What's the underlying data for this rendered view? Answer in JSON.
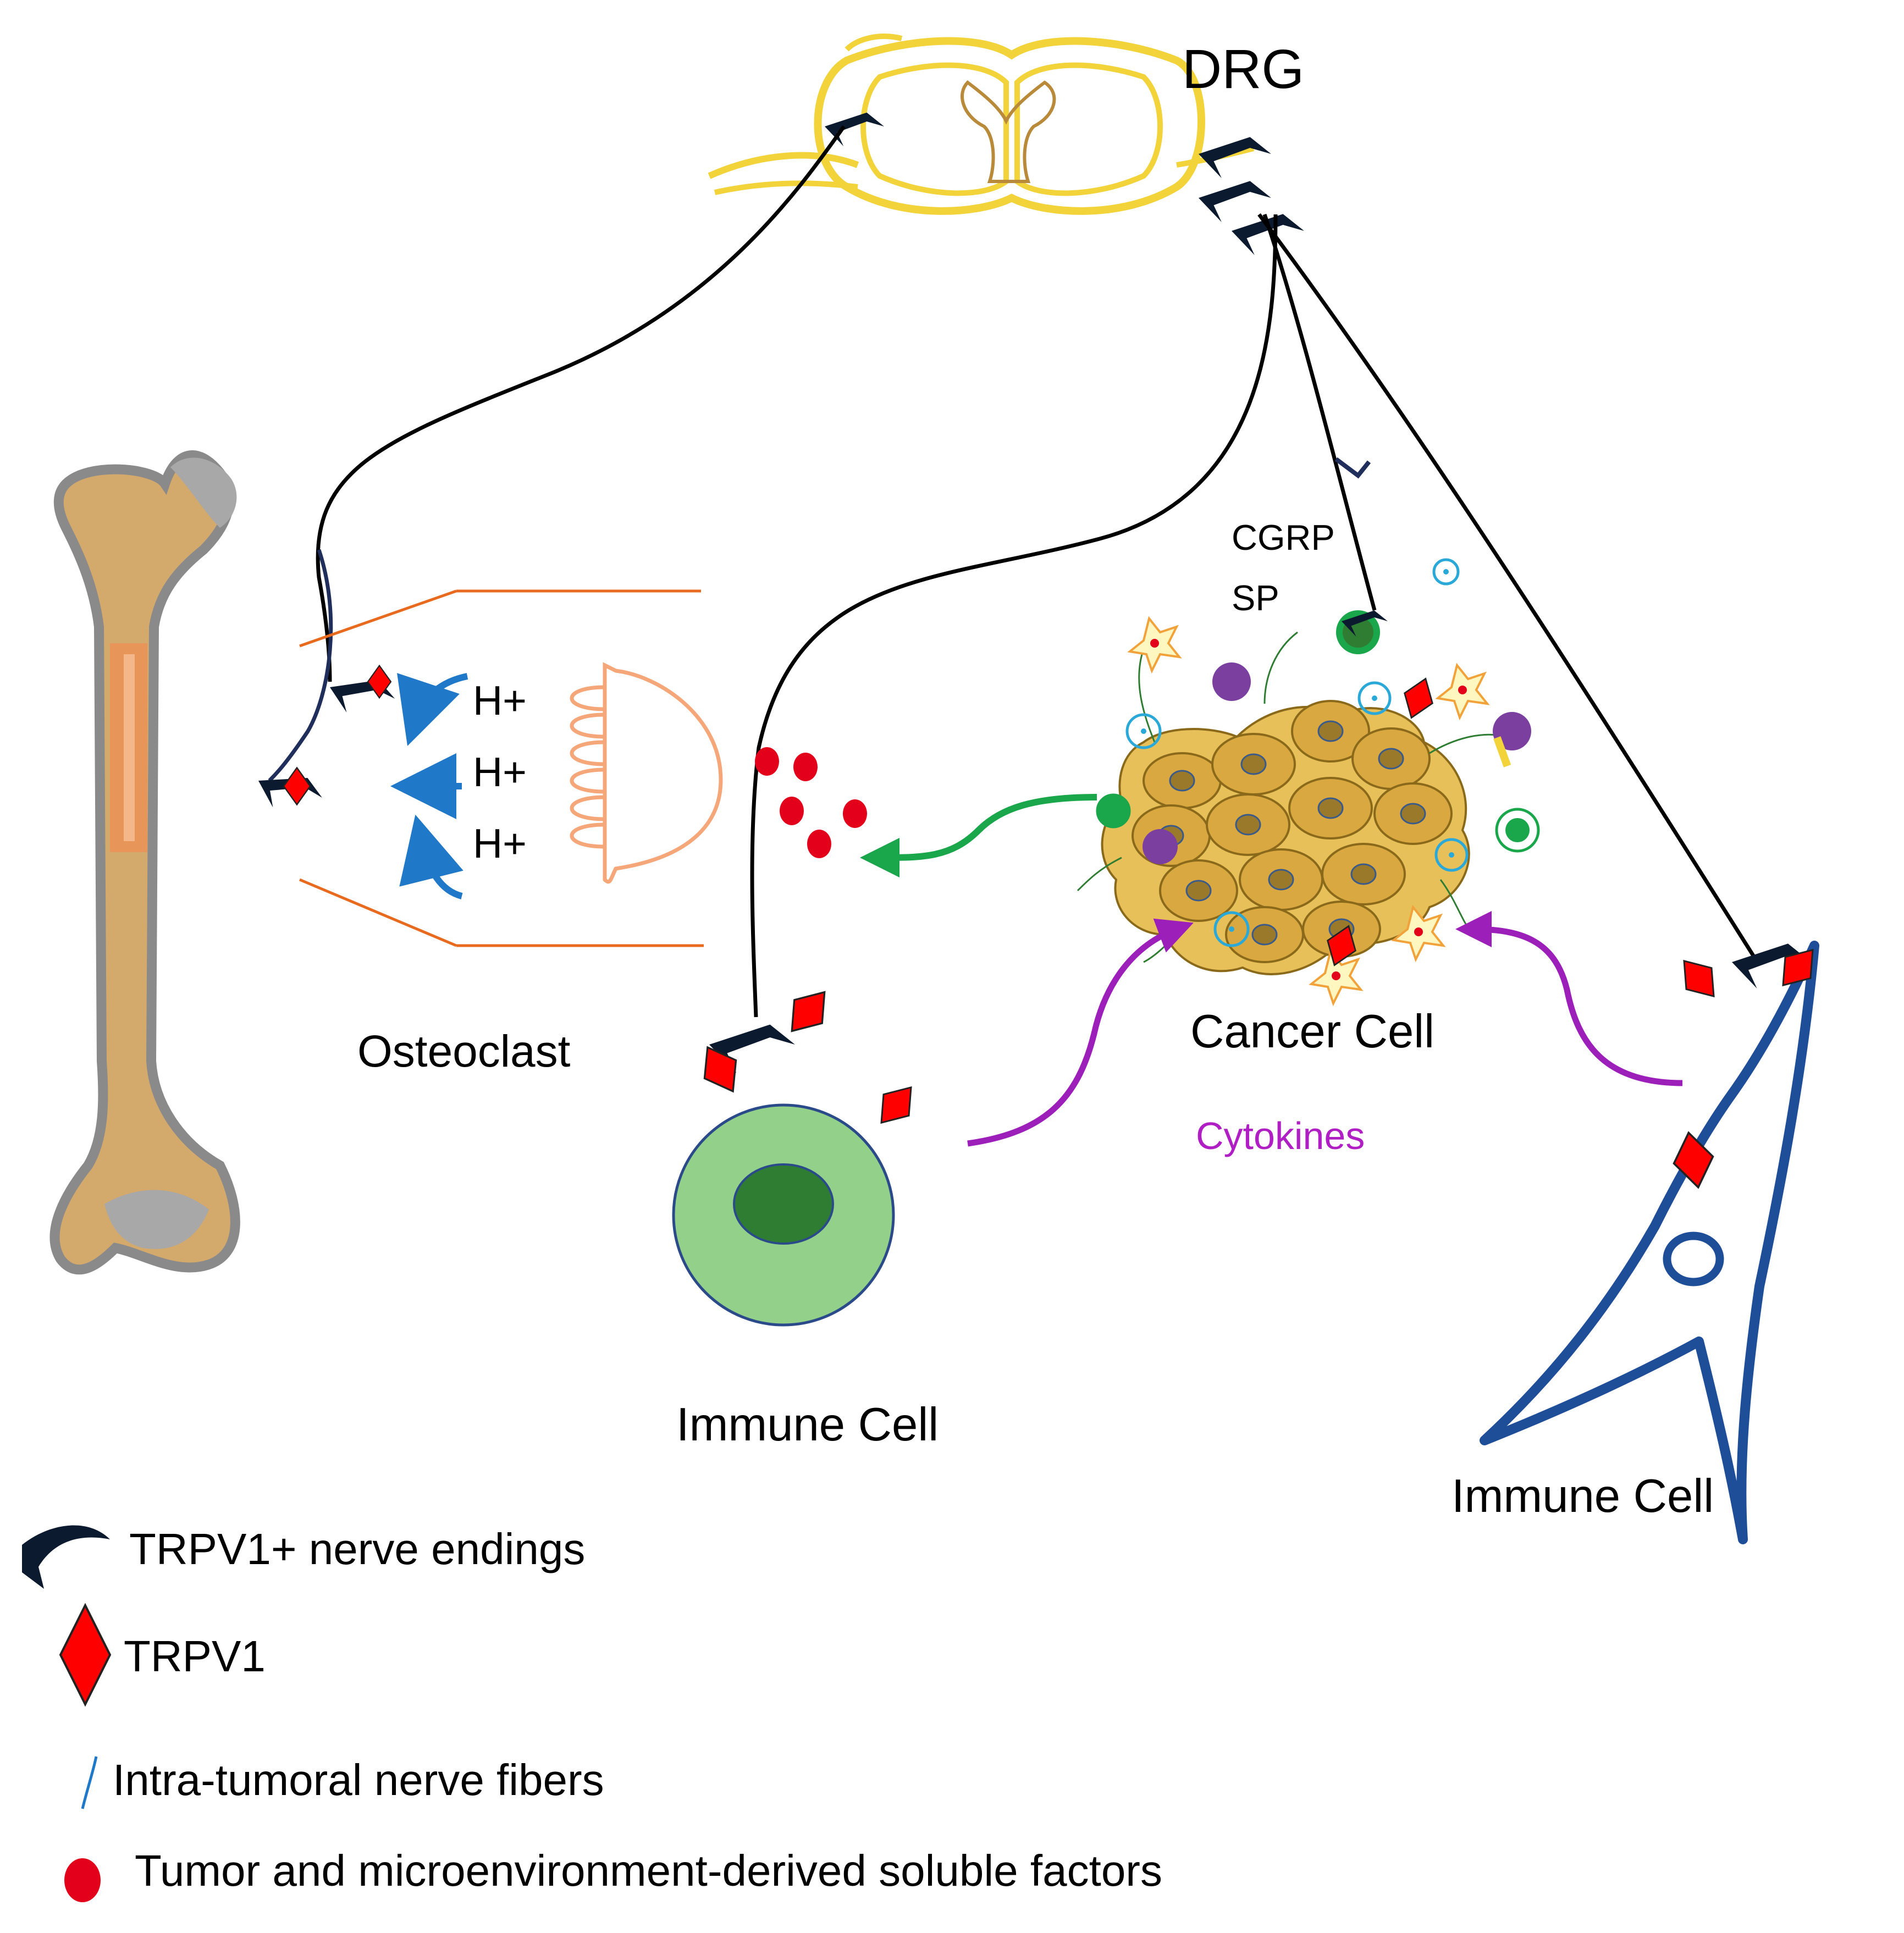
{
  "labels": {
    "drg": "DRG",
    "cgrp": "CGRP",
    "sp": "SP",
    "h1": "H+",
    "h2": "H+",
    "h3": "H+",
    "osteoclast": "Osteoclast",
    "cancer_cell": "Cancer Cell",
    "cytokines": "Cytokines",
    "immune_cell_left": "Immune Cell",
    "immune_cell_right": "Immune Cell"
  },
  "legend": [
    {
      "icon": "trpv1-nerve-ending-icon",
      "label": "TRPV1+ nerve endings"
    },
    {
      "icon": "trpv1-diamond-icon",
      "label": "TRPV1"
    },
    {
      "icon": "nerve-fiber-icon",
      "label": "Intra-tumoral nerve fibers"
    },
    {
      "icon": "soluble-factor-icon",
      "label": "Tumor and microenvironment-derived soluble factors"
    }
  ],
  "colors": {
    "spinal_cord": "#f2d33a",
    "bone": "#d4a96c",
    "bone_outline": "#8a8a8a",
    "marrow": "#e8955a",
    "osteoclast": "#f5a77a",
    "proton_arrow": "#1f78c8",
    "nerve": "#000000",
    "nerve_ending": "#0b1a2e",
    "trpv1": "#ff0000",
    "soluble_factor": "#e3001b",
    "green_arrow": "#1aa64a",
    "cytokine_arrow": "#9b1fb8",
    "cytokine_text": "#b01fc4",
    "immune_cell": "#93d18a",
    "immune_nucleus": "#2e7d32",
    "fibroblast": "#1f4e99",
    "tumor": "#e8c05a"
  }
}
